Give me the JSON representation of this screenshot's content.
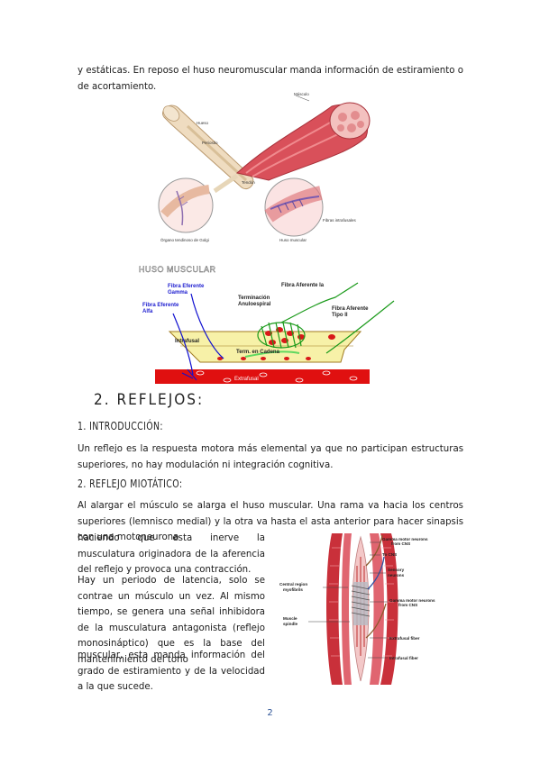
{
  "intro_paragraph": "y estáticas. En reposo el huso neuromuscular manda información de estiramiento o de acortamiento.",
  "figure1": {
    "labels": {
      "musculo": "Músculo",
      "hueso": "Hueso",
      "periostio": "Periostio",
      "tendon": "Tendón",
      "fibras_intrafusales": "Fibras intrafusales",
      "organo_golgi": "Órgano tendinoso de Golgi",
      "huso_muscular": "Huso muscular"
    }
  },
  "figure2": {
    "title": "HUSO MUSCULAR",
    "labels": {
      "fibra_eferente_gamma_1": "Fibra Eferente",
      "fibra_eferente_gamma_2": "Gamma",
      "fibra_eferente_alfa_1": "Fibra Eferente",
      "fibra_eferente_alfa_2": "Alfa",
      "fibra_aferente_ia": "Fibra Aferente Ia",
      "terminacion_1": "Terminación",
      "terminacion_2": "Anuloespiral",
      "fibra_aferente_ii_1": "Fibra Aferente",
      "fibra_aferente_ii_2": "Tipo II",
      "intrafusal": "Intrafusal",
      "term_cadena": "Term. en Cadena",
      "extrafusal": "Extrafusal"
    }
  },
  "section2": {
    "heading": "2.  REFLEJOS:"
  },
  "section21": {
    "heading": "1. INTRODUCCIÓN:",
    "text": "Un reflejo es la respuesta motora más elemental ya que no participan estructuras superiores, no hay modulación ni integración cognitiva."
  },
  "section22": {
    "heading": "2. REFLEJO MIOTÁTICO:",
    "text_full": "Al alargar el músculo se alarga el huso muscular. Una rama va hacia los centros superiores (lemnisco medial) y la otra va hasta el asta anterior para hacer sinapsis con una motoneurona",
    "text_col1": "haciendo que esta inerve la musculatura originadora de la aferencia del reflejo y provoca una contracción.",
    "text_col2": "Hay un periodo de latencia, solo se contrae un músculo un vez. Al mismo tiempo, se genera una señal inhibidora de la musculatura antagonista (reflejo monosináptico) que es la base del mantenimiento del tono",
    "text_col3": "muscular, esta manda información del grado de estiramiento y de la velocidad a la que sucede."
  },
  "figure3": {
    "labels": {
      "gamma_motor_1": "Gamma motor neurons",
      "gamma_motor_1b": "from CNS",
      "to_cns": "To CNS",
      "sensory_1": "Sensory",
      "sensory_2": "neurons",
      "central_1": "Central region",
      "central_2": "myofibrils",
      "gamma_motor_2": "Gamma motor neurons",
      "gamma_motor_2b": "from CNS",
      "muscle_1": "Muscle",
      "muscle_2": "spindle",
      "extrafusal": "Extrafusal fiber",
      "intrafusal": "Intrafusal fiber"
    }
  },
  "page_number": "2"
}
